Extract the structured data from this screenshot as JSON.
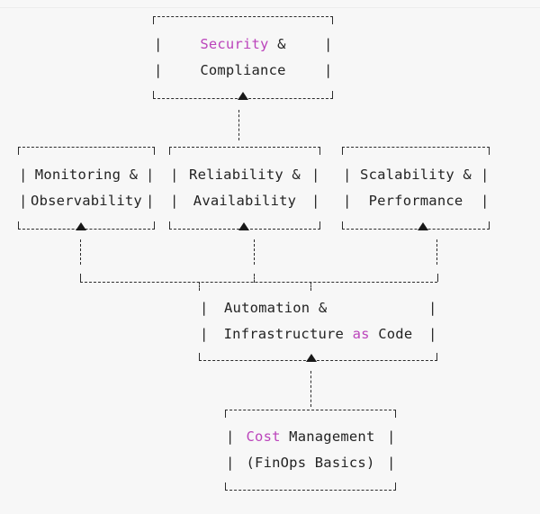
{
  "diagram": {
    "type": "flowchart",
    "orientation": "top-down",
    "background_color": "#f7f7f7",
    "text_color": "#232323",
    "keyword_color": "#bb44bb",
    "line_color": "#2b2b2b",
    "nodes": [
      {
        "id": "security-compliance",
        "line1_kw": "Security",
        "line1_rest": " &",
        "line2": "Compliance",
        "has_bottom_arrow": true,
        "has_top_arrow": false
      },
      {
        "id": "monitoring-observability",
        "line1_kw": "",
        "line1_rest": "Monitoring &",
        "line2": "Observability",
        "has_bottom_arrow": true,
        "has_top_arrow": false
      },
      {
        "id": "reliability-availability",
        "line1_kw": "",
        "line1_rest": "Reliability &",
        "line2": "Availability",
        "has_bottom_arrow": true,
        "has_top_arrow": false
      },
      {
        "id": "scalability-performance",
        "line1_kw": "",
        "line1_rest": "Scalability &",
        "line2": "Performance",
        "has_bottom_arrow": true,
        "has_top_arrow": false
      },
      {
        "id": "automation-iac",
        "line1_kw": "",
        "line1_rest": "Automation &",
        "line2_pre": "Infrastructure ",
        "line2_kw": "as",
        "line2_post": " Code",
        "has_bottom_arrow": true,
        "has_top_arrow": false
      },
      {
        "id": "cost-management",
        "line1_kw": "Cost",
        "line1_rest": " Management",
        "line2": "(FinOps Basics)",
        "has_bottom_arrow": false,
        "has_top_arrow": false
      }
    ],
    "edges": [
      {
        "from": "security-compliance",
        "to": "reliability-availability"
      },
      {
        "from": "monitoring-observability",
        "to": "automation-iac"
      },
      {
        "from": "reliability-availability",
        "to": "automation-iac"
      },
      {
        "from": "scalability-performance",
        "to": "automation-iac"
      },
      {
        "from": "automation-iac",
        "to": "cost-management"
      }
    ]
  }
}
